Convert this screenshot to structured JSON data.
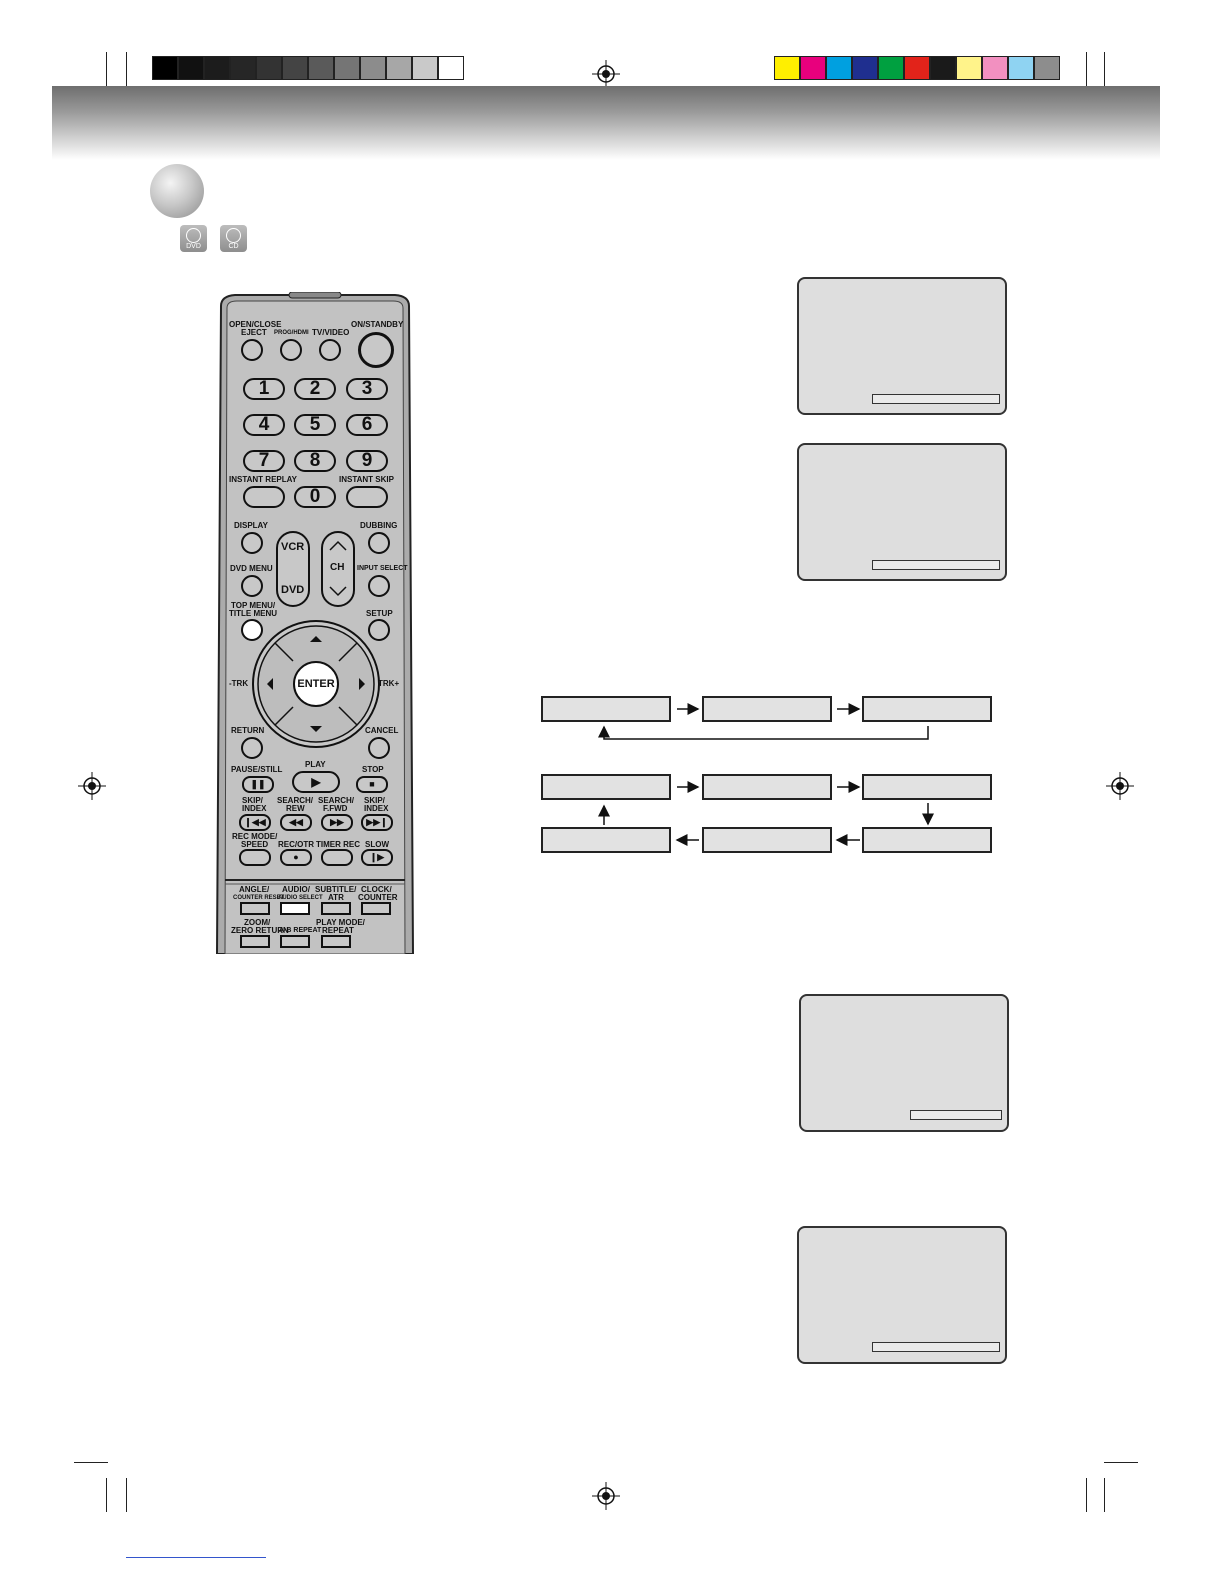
{
  "swatches_gray": [
    "#000000",
    "#111111",
    "#1c1c1c",
    "#262626",
    "#333333",
    "#444444",
    "#5a5a5a",
    "#757575",
    "#8c8c8c",
    "#a7a7a7",
    "#c9c9c9",
    "#ffffff"
  ],
  "swatches_color": [
    "#ffef00",
    "#e8007d",
    "#00a0e0",
    "#1f2f8f",
    "#00a040",
    "#e2231a",
    "#1a1a1a",
    "#fff38a",
    "#f290c0",
    "#8fd3f2",
    "#8d8d8d"
  ],
  "icons": {
    "dvd_label": "DVD",
    "cd_label": "CD"
  },
  "remote": {
    "open_close": "OPEN/CLOSE",
    "eject": "EJECT",
    "prog_hdmi": "PROG/HDMI",
    "tv_video": "TV/VIDEO",
    "on_standby": "ON/STANDBY",
    "digits": [
      "1",
      "2",
      "3",
      "4",
      "5",
      "6",
      "7",
      "8",
      "9",
      "0"
    ],
    "instant_replay": "INSTANT REPLAY",
    "instant_skip": "INSTANT SKIP",
    "display": "DISPLAY",
    "dubbing": "DUBBING",
    "vcr": "VCR",
    "dvd": "DVD",
    "ch": "CH",
    "dvd_menu": "DVD MENU",
    "input_select": "INPUT SELECT",
    "top_menu": "TOP MENU/",
    "title_menu": "TITLE MENU",
    "setup": "SETUP",
    "enter": "ENTER",
    "trk_minus": "-TRK",
    "trk_plus": "TRK+",
    "return": "RETURN",
    "cancel": "CANCEL",
    "pause_still": "PAUSE/STILL",
    "play": "PLAY",
    "stop": "STOP",
    "skip_index": "SKIP/",
    "index": "INDEX",
    "search": "SEARCH/",
    "rew": "REW",
    "ffwd": "F.FWD",
    "rec_mode": "REC MODE/",
    "speed": "SPEED",
    "rec_otr": "REC/OTR",
    "timer_rec": "TIMER REC",
    "slow": "SLOW",
    "angle": "ANGLE/",
    "counter_reset": "COUNTER RESET",
    "audio": "AUDIO/",
    "audio_select": "AUDIO SELECT",
    "subtitle": "SUBTITLE/",
    "atr": "ATR",
    "clock": "CLOCK/",
    "counter": "COUNTER",
    "zoom": "ZOOM/",
    "zero_return": "ZERO RETURN",
    "ab_repeat": "A-B REPEAT",
    "play_mode": "PLAY MODE/",
    "repeat": "REPEAT"
  }
}
